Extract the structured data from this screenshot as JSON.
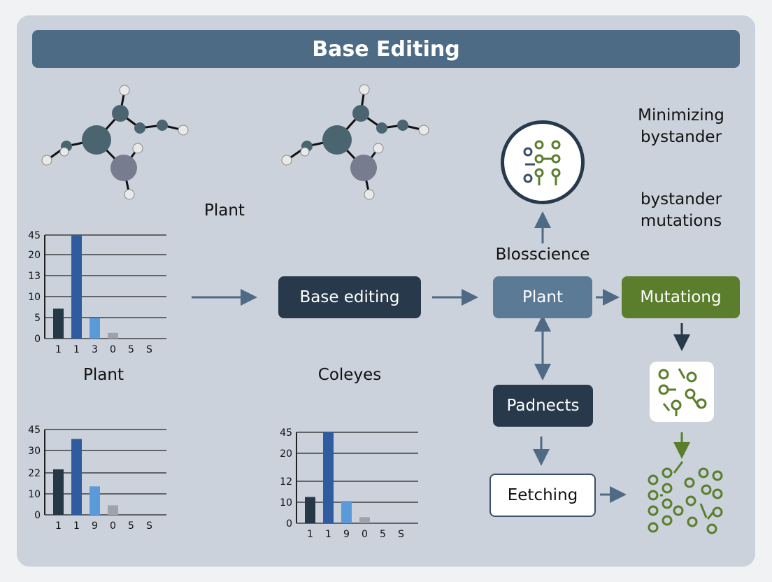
{
  "title": "Base Editing",
  "labels": {
    "plant_top": "Plant",
    "plant_left": "Plant",
    "coleyes": "Coleyes",
    "blosscience": "Blosscience",
    "minimizing": "Minimizing bystander",
    "bystander": "bystander mutations"
  },
  "boxes": {
    "base_editing": "Base editing",
    "plant": "Plant",
    "mutationg": "Mutationg",
    "padnects": "Padnects",
    "eetching": "Eetching"
  },
  "colors": {
    "bar_dark": "#263847",
    "bar_blue": "#2e5c9e",
    "bar_light": "#5b9ad8",
    "bar_gray": "#9ea3a9",
    "arrow": "#4f6a84",
    "green": "#5a7e2c"
  },
  "chart_data": [
    {
      "type": "bar",
      "categories": [
        "1",
        "1",
        "3",
        "0",
        "5",
        "S"
      ],
      "yticks": [
        "0",
        "5",
        "10",
        "13",
        "20",
        "45"
      ],
      "values": [
        13,
        45,
        9,
        2.5,
        0,
        0
      ],
      "ylim": [
        0,
        45
      ]
    },
    {
      "type": "bar",
      "categories": [
        "1",
        "1",
        "9",
        "0",
        "5",
        "S"
      ],
      "yticks": [
        "0",
        "10",
        "22",
        "30",
        "45"
      ],
      "values": [
        24,
        40,
        15,
        5,
        0,
        0
      ],
      "ylim": [
        0,
        45
      ]
    },
    {
      "type": "bar",
      "categories": [
        "1",
        "1",
        "9",
        "0",
        "5",
        "S"
      ],
      "yticks": [
        "0",
        "10",
        "12",
        "20",
        "45"
      ],
      "values": [
        13,
        45,
        11,
        3,
        0,
        0
      ],
      "ylim": [
        0,
        45
      ]
    }
  ]
}
